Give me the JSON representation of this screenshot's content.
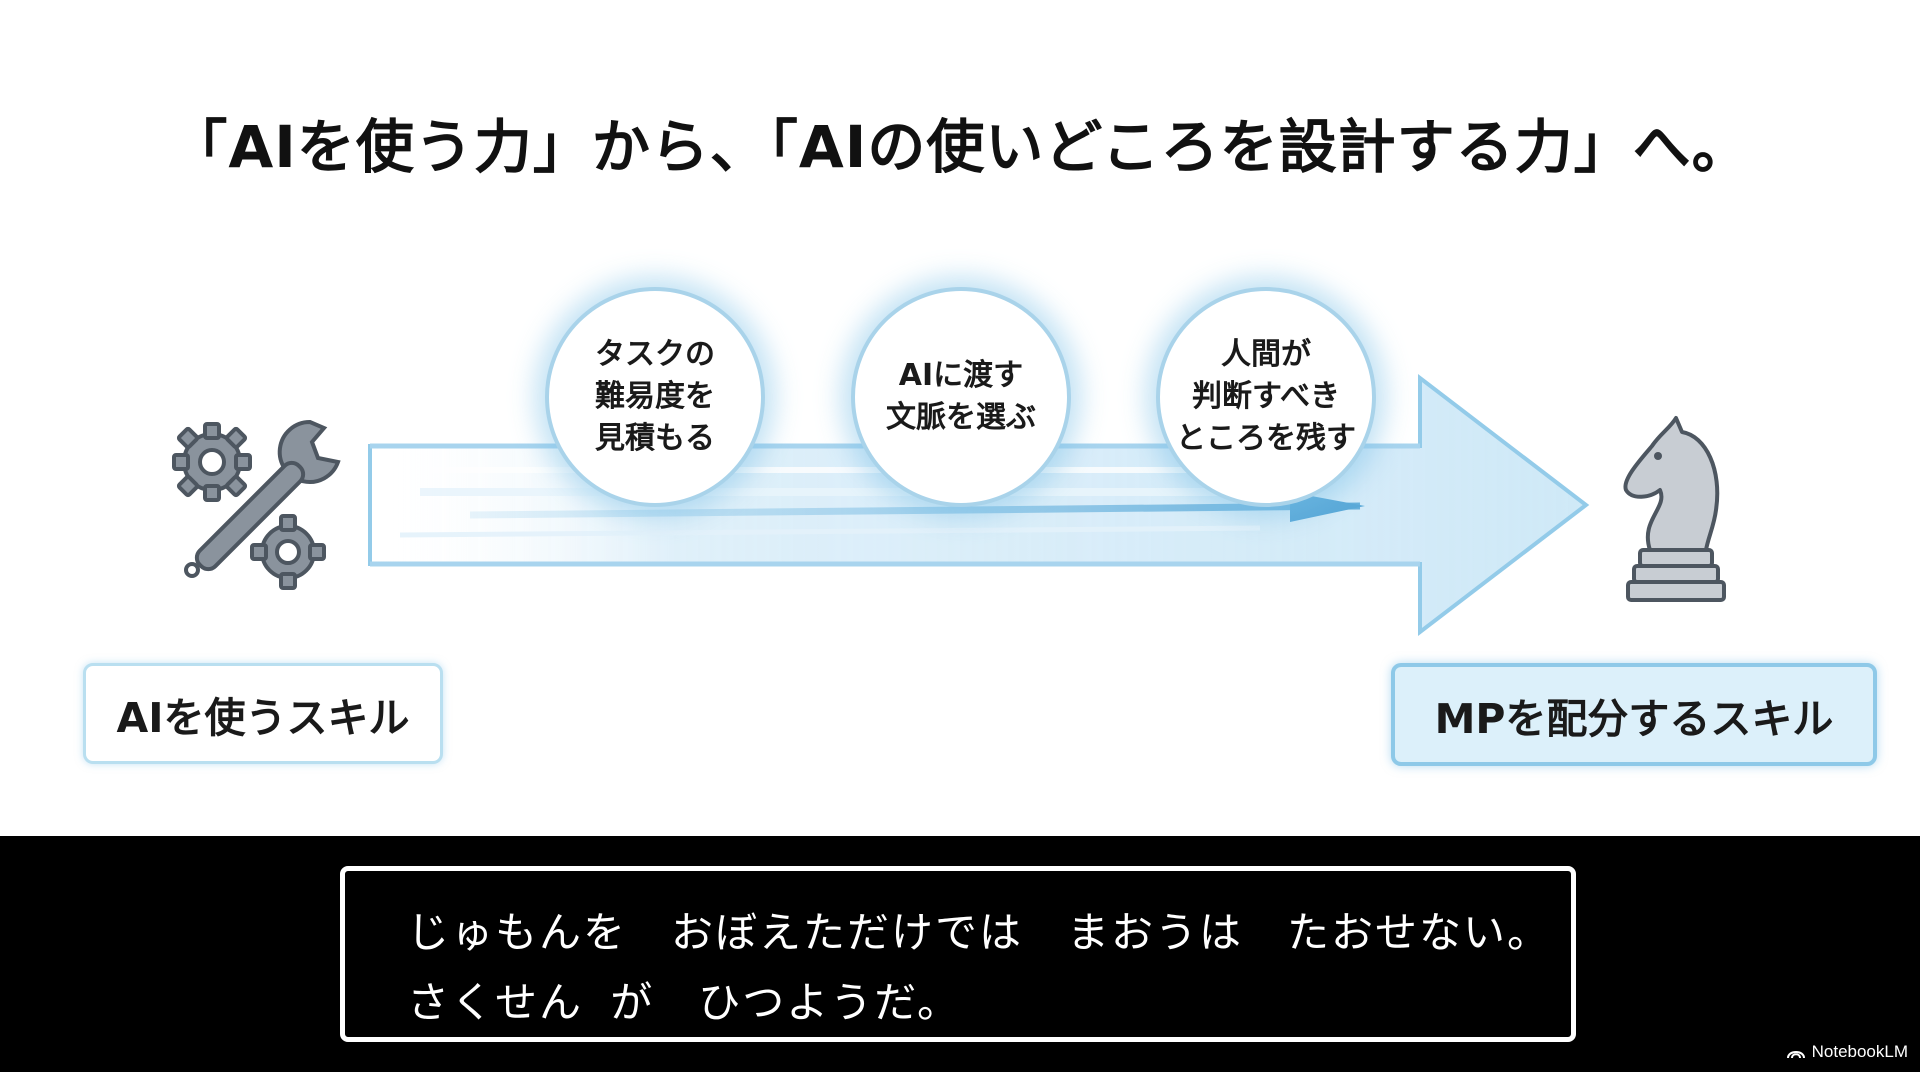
{
  "title": "「AIを使う力」から、「AIの使いどころを設計する力」へ。",
  "bubbles": [
    {
      "text": "タスクの\n難易度を\n見積もる"
    },
    {
      "text": "AIに渡す\n文脈を選ぶ"
    },
    {
      "text": "人間が\n判断すべき\nところを残す"
    }
  ],
  "skills": {
    "left": "AIを使うスキル",
    "right": "MPを配分するスキル"
  },
  "icons": {
    "left": "wrench-gears-icon",
    "right": "chess-knight-icon",
    "arrow": "flow-arrow"
  },
  "dialog": {
    "line1": "じゅもんを　おぼえただけでは　まおうは　たおせない。",
    "line2": "さくせん が　ひつようだ。"
  },
  "watermark": "NotebookLM",
  "colors": {
    "accent": "#8ec9e8",
    "arrow_fill": "#d6ecf8",
    "icon_gray": "#6b7480"
  }
}
